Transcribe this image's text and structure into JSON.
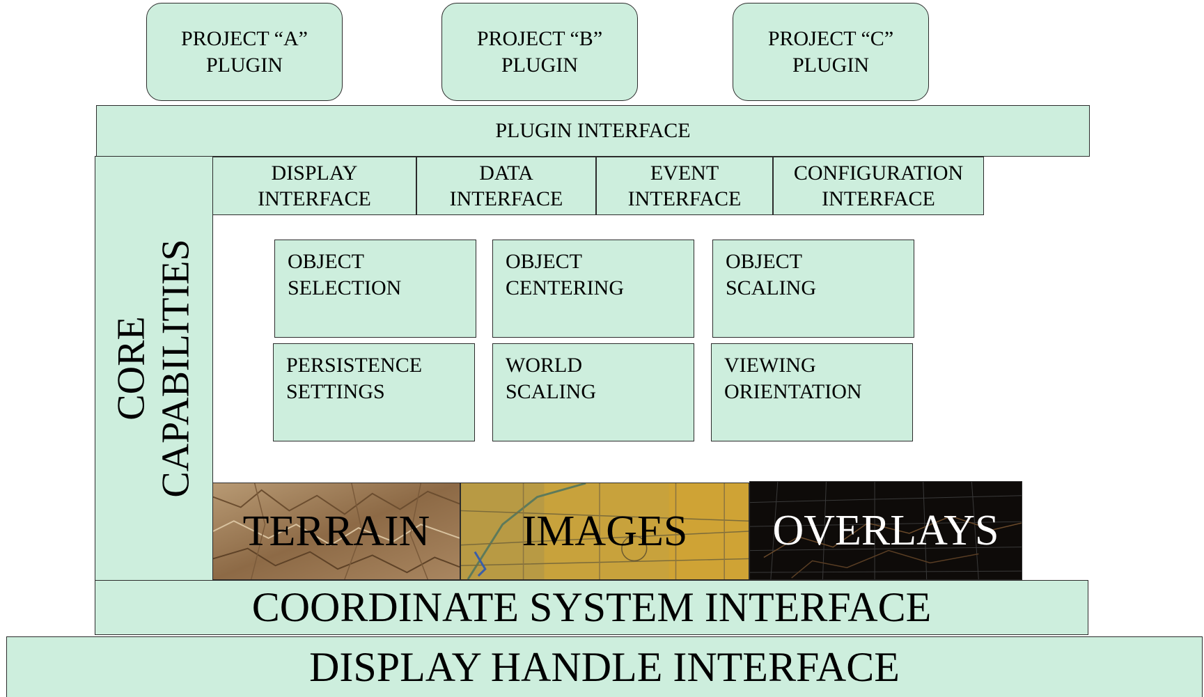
{
  "plugins": [
    {
      "line1": "PROJECT “A”",
      "line2": "PLUGIN"
    },
    {
      "line1": "PROJECT “B”",
      "line2": "PLUGIN"
    },
    {
      "line1": "PROJECT “C”",
      "line2": "PLUGIN"
    }
  ],
  "plugin_interface": "PLUGIN INTERFACE",
  "core": {
    "line1": "CORE",
    "line2": "CAPABILITIES"
  },
  "interfaces": [
    {
      "line1": "DISPLAY",
      "line2": "INTERFACE"
    },
    {
      "line1": "DATA",
      "line2": "INTERFACE"
    },
    {
      "line1": "EVENT",
      "line2": "INTERFACE"
    },
    {
      "line1": "CONFIGURATION",
      "line2": "INTERFACE"
    }
  ],
  "capabilities": [
    {
      "line1": "OBJECT",
      "line2": "SELECTION"
    },
    {
      "line1": "OBJECT",
      "line2": "CENTERING"
    },
    {
      "line1": "OBJECT",
      "line2": "SCALING"
    },
    {
      "line1": "PERSISTENCE",
      "line2": "SETTINGS"
    },
    {
      "line1": "WORLD",
      "line2": "SCALING"
    },
    {
      "line1": "VIEWING",
      "line2": "ORIENTATION"
    }
  ],
  "layers": [
    {
      "label": "TERRAIN",
      "text_color": "#000000"
    },
    {
      "label": "IMAGES",
      "text_color": "#000000"
    },
    {
      "label": "OVERLAYS",
      "text_color": "#ffffff"
    }
  ],
  "coordinate_interface": "COORDINATE SYSTEM INTERFACE",
  "display_handle_interface": "DISPLAY HANDLE INTERFACE",
  "colors": {
    "box_fill": "#cdeedd",
    "border": "#2b2b2b"
  }
}
